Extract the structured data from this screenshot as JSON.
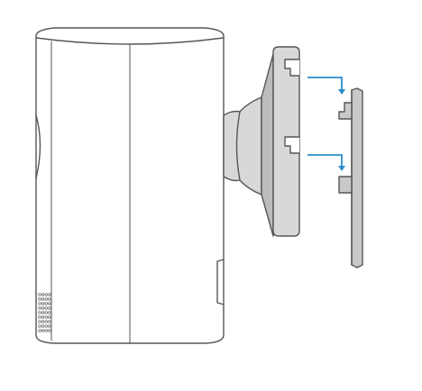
{
  "colors": {
    "outline": "#555555",
    "body_fill": "#ffffff",
    "mount_fill": "#d8d8d8",
    "mount_shade": "#bcbcbc",
    "plate_fill": "#c9c9c9",
    "arrow": "#2a8fc9"
  },
  "diagram": {
    "parts": [
      "camera-body",
      "wall-mount-bracket",
      "mounting-plate",
      "alignment-arrows"
    ],
    "arrow_count": 2,
    "text_labels": []
  }
}
